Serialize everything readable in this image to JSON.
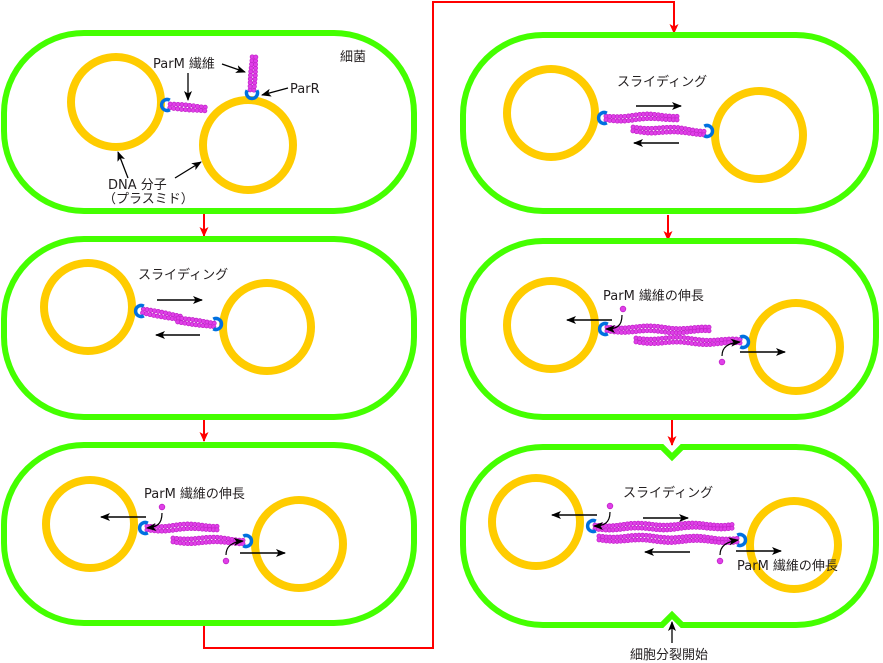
{
  "title": "ParM filament plasmid segregation",
  "colors": {
    "cell_membrane": "#44ff00",
    "plasmid": "#ffcc00",
    "parm_filament": "#e040e8",
    "parm_bead_center": "#c020c8",
    "parr": "#0070e0",
    "flow_arrow": "#ff0000",
    "label_arrow": "#000000"
  },
  "labels": {
    "bacterium": "細菌",
    "parm_filament": "ParM 繊維",
    "parr": "ParR",
    "dna_line1": "DNA 分子",
    "dna_line2": "（プラスミド）",
    "sliding": "スライディング",
    "elongation": "ParM 繊維の伸長",
    "division_start": "細胞分裂開始"
  },
  "panels": [
    {
      "id": "panel-1",
      "stage": "initial",
      "labels": [
        "bacterium",
        "parm_filament",
        "parr",
        "dna_line1",
        "dna_line2"
      ]
    },
    {
      "id": "panel-2",
      "stage": "sliding",
      "labels": [
        "sliding"
      ]
    },
    {
      "id": "panel-3",
      "stage": "elongation",
      "labels": [
        "elongation"
      ]
    },
    {
      "id": "panel-4",
      "stage": "sliding",
      "labels": [
        "sliding"
      ]
    },
    {
      "id": "panel-5",
      "stage": "elongation",
      "labels": [
        "elongation"
      ]
    },
    {
      "id": "panel-6",
      "stage": "sliding-elongation-division",
      "labels": [
        "sliding",
        "elongation",
        "division_start"
      ]
    }
  ]
}
